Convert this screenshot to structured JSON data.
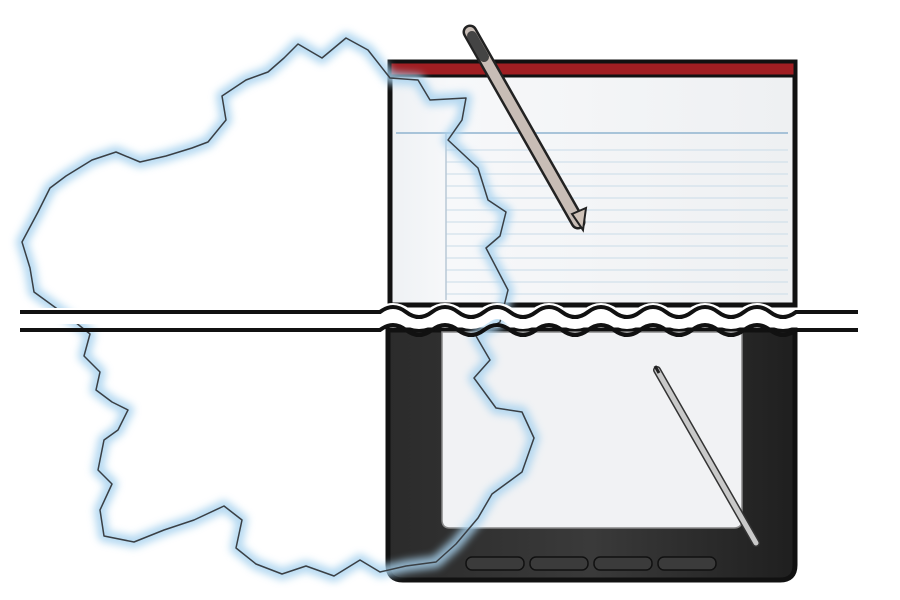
{
  "illustration": {
    "colors": {
      "background": "#ffffff",
      "region_glow": "#a9d3ef",
      "region_outline": "#3a3f44",
      "notebook_binding": "#a01e22",
      "notebook_page": "#f3f5f7",
      "notebook_rule": "#c9dbe8",
      "notebook_margin": "#8fb3cf",
      "tablet_frame": "#2a2a2a",
      "tablet_screen": "#f1f2f4",
      "tablet_button": "#3b3b3b",
      "pencil_body": "#c8bdb6",
      "stylus_body": "#c9c9c9",
      "break_line": "#111111"
    },
    "icons": {
      "region": "region-map-outline",
      "notebook": "notebook-icon",
      "pencil": "pencil-icon",
      "tablet": "tablet-icon",
      "stylus": "stylus-icon",
      "break": "wavy-break-line"
    },
    "tablet_buttons": 4
  }
}
